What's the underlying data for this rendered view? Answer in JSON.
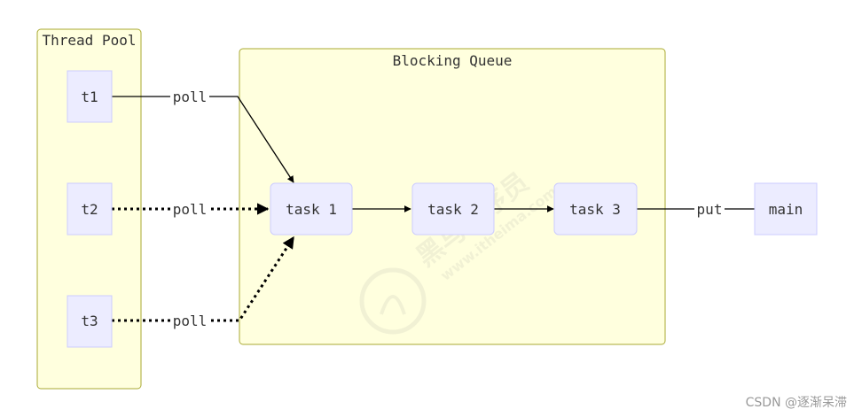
{
  "diagram": {
    "clusters": {
      "thread_pool": {
        "title": "Thread Pool"
      },
      "blocking_queue": {
        "title": "Blocking Queue"
      }
    },
    "nodes": {
      "t1": "t1",
      "t2": "t2",
      "t3": "t3",
      "task1": "task 1",
      "task2": "task 2",
      "task3": "task 3",
      "main": "main"
    },
    "edges": {
      "t1_poll": "poll",
      "t2_poll": "poll",
      "t3_poll": "poll",
      "main_put": "put"
    }
  },
  "watermark": {
    "brand": "黑马程序员",
    "url": "www.itheima.com"
  },
  "credit": "CSDN @逐渐呆滞",
  "colors": {
    "cluster_fill": "#ffffde",
    "cluster_stroke": "#aaaa33",
    "node_fill": "#ececff",
    "node_stroke": "#9370db",
    "edge": "#000000",
    "text": "#333333",
    "credit": "#999999"
  }
}
